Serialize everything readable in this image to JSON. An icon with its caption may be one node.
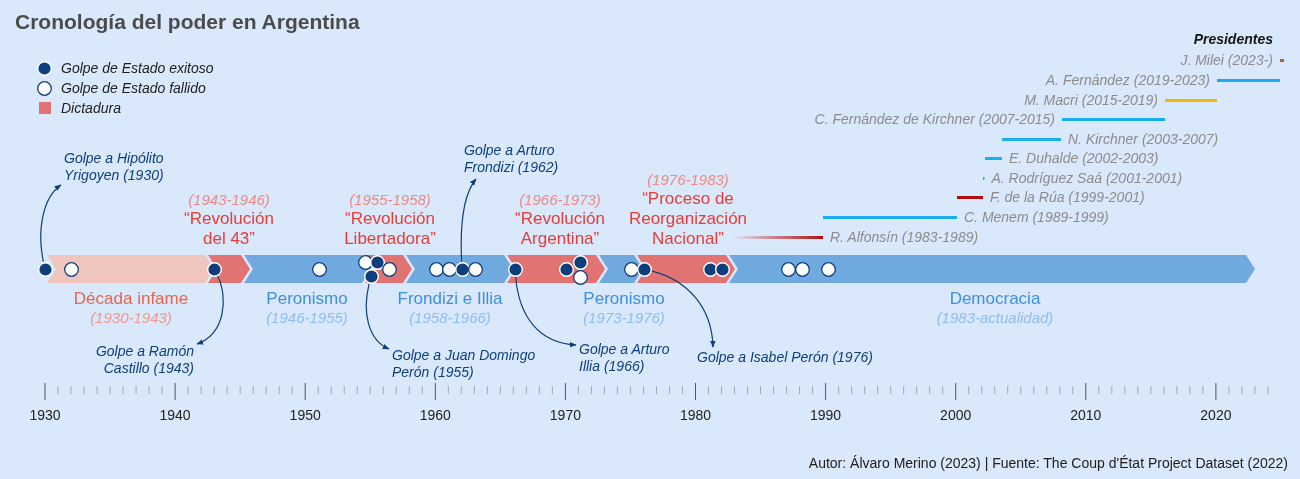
{
  "diagram": {
    "title": "Cronología del poder en Argentina",
    "nodes": [
      {
        "text": [],
        "shape": "circle"
      },
      {
        "text": [
          "Década infame",
          "(1930-1943)"
        ]
      },
      {
        "text": [],
        "shape": "circle",
        "in": 1
      },
      {
        "text": [
          "(1943-1946)",
          "“Revolución del 43”"
        ]
      },
      {
        "text": [],
        "shape": "circle",
        "in": 3
      },
      {
        "text": [
          "Peronismo",
          "(1946-1955)"
        ]
      },
      {
        "text": [],
        "shape": "circle",
        "in": 5
      },
      {
        "text": [
          "(1955-1958)",
          "“Revolución Libertadora”"
        ]
      },
      {
        "text": [],
        "shape": "circle",
        "in": 7
      },
      {
        "text": [],
        "shape": "circle",
        "in": 7
      },
      {
        "text": [],
        "shape": "circle",
        "in": 7
      },
      {
        "text": [],
        "shape": "circle",
        "in": 7
      },
      {
        "text": [
          "Frondizi e Illia",
          "(1958-1966)"
        ]
      },
      {
        "text": [],
        "shape": "circle",
        "in": 12
      },
      {
        "text": [],
        "shape": "circle",
        "in": 12
      },
      {
        "text": [],
        "shape": "circle",
        "in": 12
      },
      {
        "text": [],
        "shape": "circle",
        "in": 12
      },
      {
        "text": [
          "(1966-1973)",
          "“Revolución Argentina”"
        ]
      },
      {
        "text": [],
        "shape": "circle",
        "in": 17
      },
      {
        "text": [],
        "shape": "circle",
        "in": 17
      },
      {
        "text": [],
        "shape": "circle",
        "in": 17
      },
      {
        "text": [],
        "shape": "circle",
        "in": 17
      },
      {
        "text": [
          "Peronismo",
          "(1973-1976)"
        ]
      },
      {
        "text": [],
        "shape": "circle",
        "in": 22
      },
      {
        "text": [
          "(1976-1983)",
          "“Proceso de Reorganización Nacional”"
        ]
      },
      {
        "text": [],
        "shape": "circle",
        "in": 24
      },
      {
        "text": [],
        "shape": "circle",
        "in": 24
      },
      {
        "text": [],
        "shape": "circle",
        "in": 24
      },
      {
        "text": [
          "Democracia",
          "(1983-actualidad)"
        ]
      },
      {
        "text": [],
        "shape": "circle",
        "in": 28
      },
      {
        "text": [],
        "shape": "circle",
        "in": 28
      },
      {
        "text": [],
        "shape": "circle",
        "in": 28
      },
      {
        "text": [
          "Golpe a Hipólito Yrigoyen (1930)"
        ]
      },
      {
        "text": [
          "Golpe a Ramón Castillo (1943)"
        ]
      },
      {
        "text": [
          "Golpe a Arturo Frondizi (1962)"
        ]
      },
      {
        "text": [
          "Golpe a Juan Domingo Perón (1955)"
        ]
      },
      {
        "text": [
          "Golpe a Arturo Illia (1966)"
        ]
      },
      {
        "text": [
          "Golpe a Isabel Perón (1976)"
        ]
      }
    ],
    "edges": [
      {
        "from": 0,
        "to": 32,
        "arrow": "to"
      },
      {
        "from": 4,
        "to": 33,
        "arrow": "to"
      },
      {
        "from": 15,
        "to": 34,
        "arrow": "to"
      },
      {
        "from": 9,
        "to": 35,
        "arrow": "to"
      },
      {
        "from": 18,
        "to": 36,
        "arrow": "to"
      },
      {
        "from": 25,
        "to": 37,
        "arrow": "to"
      }
    ],
    "labels": [
      "Presidentes",
      "J. Milei (2023-)",
      "A. Fernández (2019-2023)",
      "M. Macri (2015-2019)",
      "C. Fernández de Kirchner (2007-2015)",
      "N. Kirchner (2003-2007)",
      "E. Duhalde (2002-2003)",
      "A. Rodríguez Saá (2001-2001)",
      "F. de la Rúa (1999-2001)",
      "C. Menem (1989-1999)",
      "R. Alfonsín (1983-1989)",
      "1930",
      "1940",
      "1950",
      "1960",
      "1970",
      "1980",
      "1990",
      "2000",
      "2010",
      "2020",
      "Autor: Álvaro Merino (2023) | Fuente: The Coup d'État Project Dataset (2022)"
    ],
    "legend": [
      {
        "text": "Golpe de Estado exitoso"
      },
      {
        "text": "Golpe de Estado fallido"
      },
      {
        "text": "Dictadura",
        "color": "#e27373"
      }
    ]
  }
}
